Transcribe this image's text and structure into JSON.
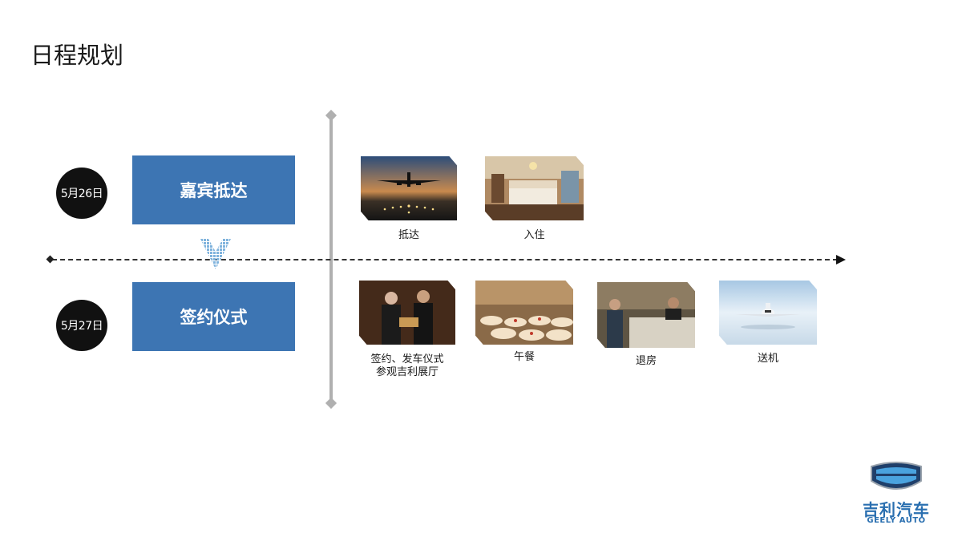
{
  "title": "日程规划",
  "days": [
    {
      "date": "5月26日",
      "label": "嘉宾抵达"
    },
    {
      "date": "5月27日",
      "label": "签约仪式"
    }
  ],
  "day1_items": [
    {
      "caption": "抵达",
      "icon": "airplane-landing-photo"
    },
    {
      "caption": "入住",
      "icon": "hotel-room-photo"
    }
  ],
  "day2_items": [
    {
      "caption_line1": "签约、发车仪式",
      "caption_line2": "参观吉利展厅",
      "icon": "handshake-photo"
    },
    {
      "caption": "午餐",
      "icon": "banquet-hall-photo"
    },
    {
      "caption": "退房",
      "icon": "hotel-reception-photo"
    },
    {
      "caption": "送机",
      "icon": "private-jet-photo"
    }
  ],
  "logo": {
    "cn": "吉利汽车",
    "en": "GEELY AUTO"
  },
  "colors": {
    "accent": "#3d75b3",
    "date_circle": "#111111",
    "timeline": "#b0b0b0",
    "logo": "#2a6fb0"
  }
}
